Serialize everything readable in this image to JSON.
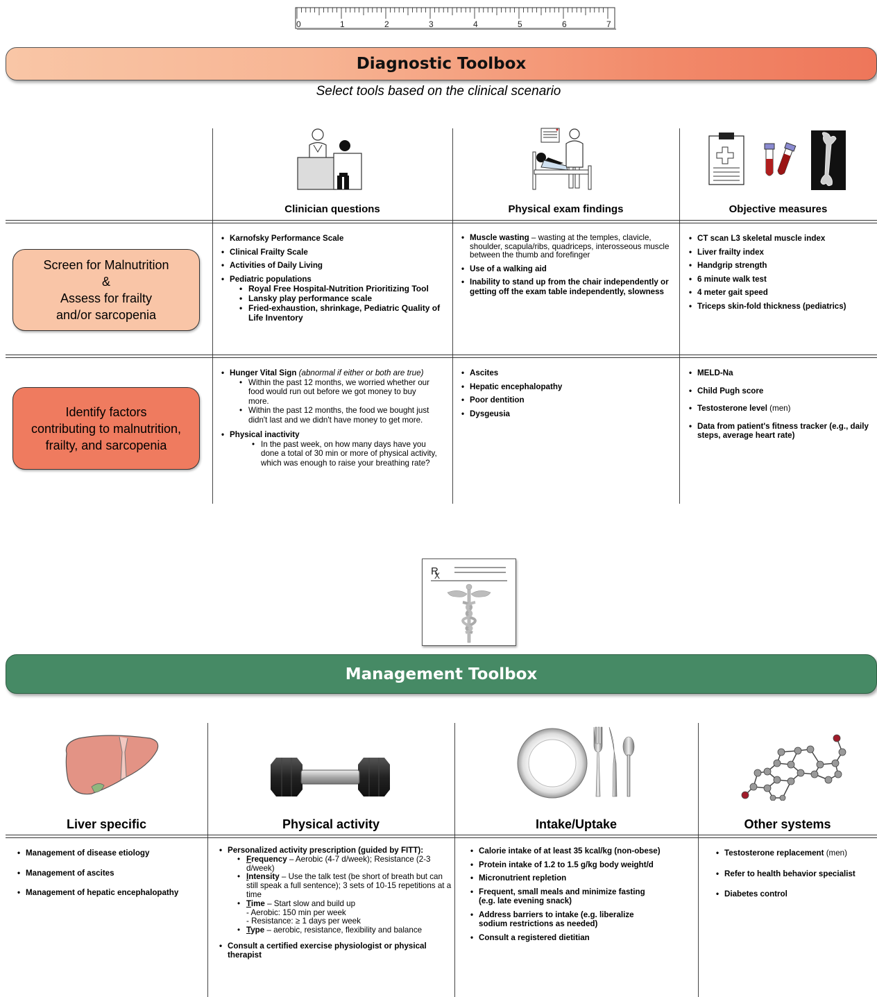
{
  "ruler": {
    "ticks": [
      "0",
      "1",
      "2",
      "3",
      "4",
      "5",
      "6",
      "7"
    ]
  },
  "diagnostic": {
    "title": "Diagnostic Toolbox",
    "subtitle": "Select tools based on the clinical scenario",
    "columns": [
      "Clinician questions",
      "Physical exam findings",
      "Objective measures"
    ],
    "rows": [
      {
        "label": "Screen for Malnutrition\n&\nAssess for frailty\nand/or sarcopenia"
      },
      {
        "label": "Identify factors\ncontributing to malnutrition,\nfrailty, and sarcopenia"
      }
    ],
    "r1c1": {
      "items": [
        "Karnofsky Performance Scale",
        "Clinical Frailty Scale",
        "Activities of Daily Living",
        "Pediatric populations"
      ],
      "sub": [
        "Royal Free Hospital-Nutrition Prioritizing Tool",
        "Lansky play performance scale",
        "Fried-exhaustion, shrinkage, Pediatric Quality of Life Inventory"
      ]
    },
    "r1c2": {
      "i1_bold": "Muscle wasting",
      "i1_rest": " – wasting at the temples, clavicle, shoulder, scapula/ribs, quadriceps, interosseous muscle between the thumb and forefinger",
      "i2": "Use of a walking aid",
      "i3": "Inability to stand up from the chair independently or getting off the exam table independently, slowness"
    },
    "r1c3": {
      "items": [
        "CT scan L3 skeletal muscle index",
        "Liver frailty index",
        "Handgrip strength",
        "6 minute walk test",
        "4 meter gait speed",
        "Triceps skin-fold thickness (pediatrics)"
      ]
    },
    "r2c1": {
      "hvs_bold": "Hunger Vital Sign",
      "hvs_ital": " (abnormal if either or both are true)",
      "hvs_sub": [
        "Within the past 12 months, we worried whether our food would run out before we got money to buy more.",
        "Within the past 12 months, the food we bought just didn't last and we didn't have money to get more."
      ],
      "pi_bold": "Physical inactivity",
      "pi_sub": [
        "In the past week, on how many days have you done a total of 30 min or more of physical activity, which was enough to raise your breathing rate?"
      ]
    },
    "r2c2": {
      "items": [
        "Ascites",
        "Hepatic encephalopathy",
        "Poor dentition",
        "Dysgeusia"
      ]
    },
    "r2c3": {
      "i1": "MELD-Na",
      "i2": "Child Pugh score",
      "i3_bold": "Testosterone level",
      "i3_rest": " (men)",
      "i4": "Data from patient's fitness tracker (e.g., daily steps, average heart rate)"
    }
  },
  "rx": {
    "symbol": "R",
    "sub": "X"
  },
  "management": {
    "title": "Management Toolbox",
    "columns": [
      "Liver specific",
      "Physical activity",
      "Intake/Uptake",
      "Other systems"
    ],
    "c1": {
      "items": [
        "Management of disease etiology",
        "Management of ascites",
        "Management of hepatic encephalopathy"
      ]
    },
    "c2": {
      "head": "Personalized activity prescription (guided by FITT):",
      "f_key": "F",
      "f_word": "requency",
      "f_rest": " – Aerobic (4-7 d/week); Resistance (2-3 d/week)",
      "i_key": "I",
      "i_word": "ntensity",
      "i_rest": " – Use the talk test (be short of breath but can still speak a full sentence); 3 sets of 10-15 repetitions at a time",
      "t_key": "T",
      "t_word": "ime",
      "t_rest": " – Start slow and build up",
      "t_l1": "- Aerobic: 150 min per week",
      "t_l2": "- Resistance: ≥ 1 days per week",
      "y_key": "T",
      "y_word": "ype",
      "y_rest": " – aerobic, resistance, flexibility and balance",
      "last": "Consult a certified exercise physiologist or physical therapist"
    },
    "c3": {
      "items": [
        "Calorie intake of at least 35 kcal/kg (non-obese)",
        "Protein intake of 1.2 to 1.5 g/kg body weight/d",
        "Micronutrient repletion",
        "Frequent, small meals and minimize fasting (e.g. late evening snack)",
        "Address barriers to intake (e.g. liberalize sodium restrictions as needed)",
        "Consult a registered dietitian"
      ]
    },
    "c4": {
      "i1_bold": "Testosterone replacement",
      "i1_rest": " (men)",
      "i2": "Refer to health behavior specialist",
      "i3": "Diabetes control"
    }
  },
  "colors": {
    "diagnostic_banner": "#f28a6a",
    "management_banner": "#468a65",
    "row1_box": "#f9c5a7",
    "row2_box": "#ef7b5f"
  },
  "icons": [
    "ruler-icon",
    "clinician-desk-icon",
    "patient-bed-icon",
    "clipboard-icon",
    "blood-tubes-icon",
    "bone-xray-icon",
    "prescription-icon",
    "liver-icon",
    "dumbbell-icon",
    "plate-cutlery-icon",
    "molecule-icon"
  ]
}
